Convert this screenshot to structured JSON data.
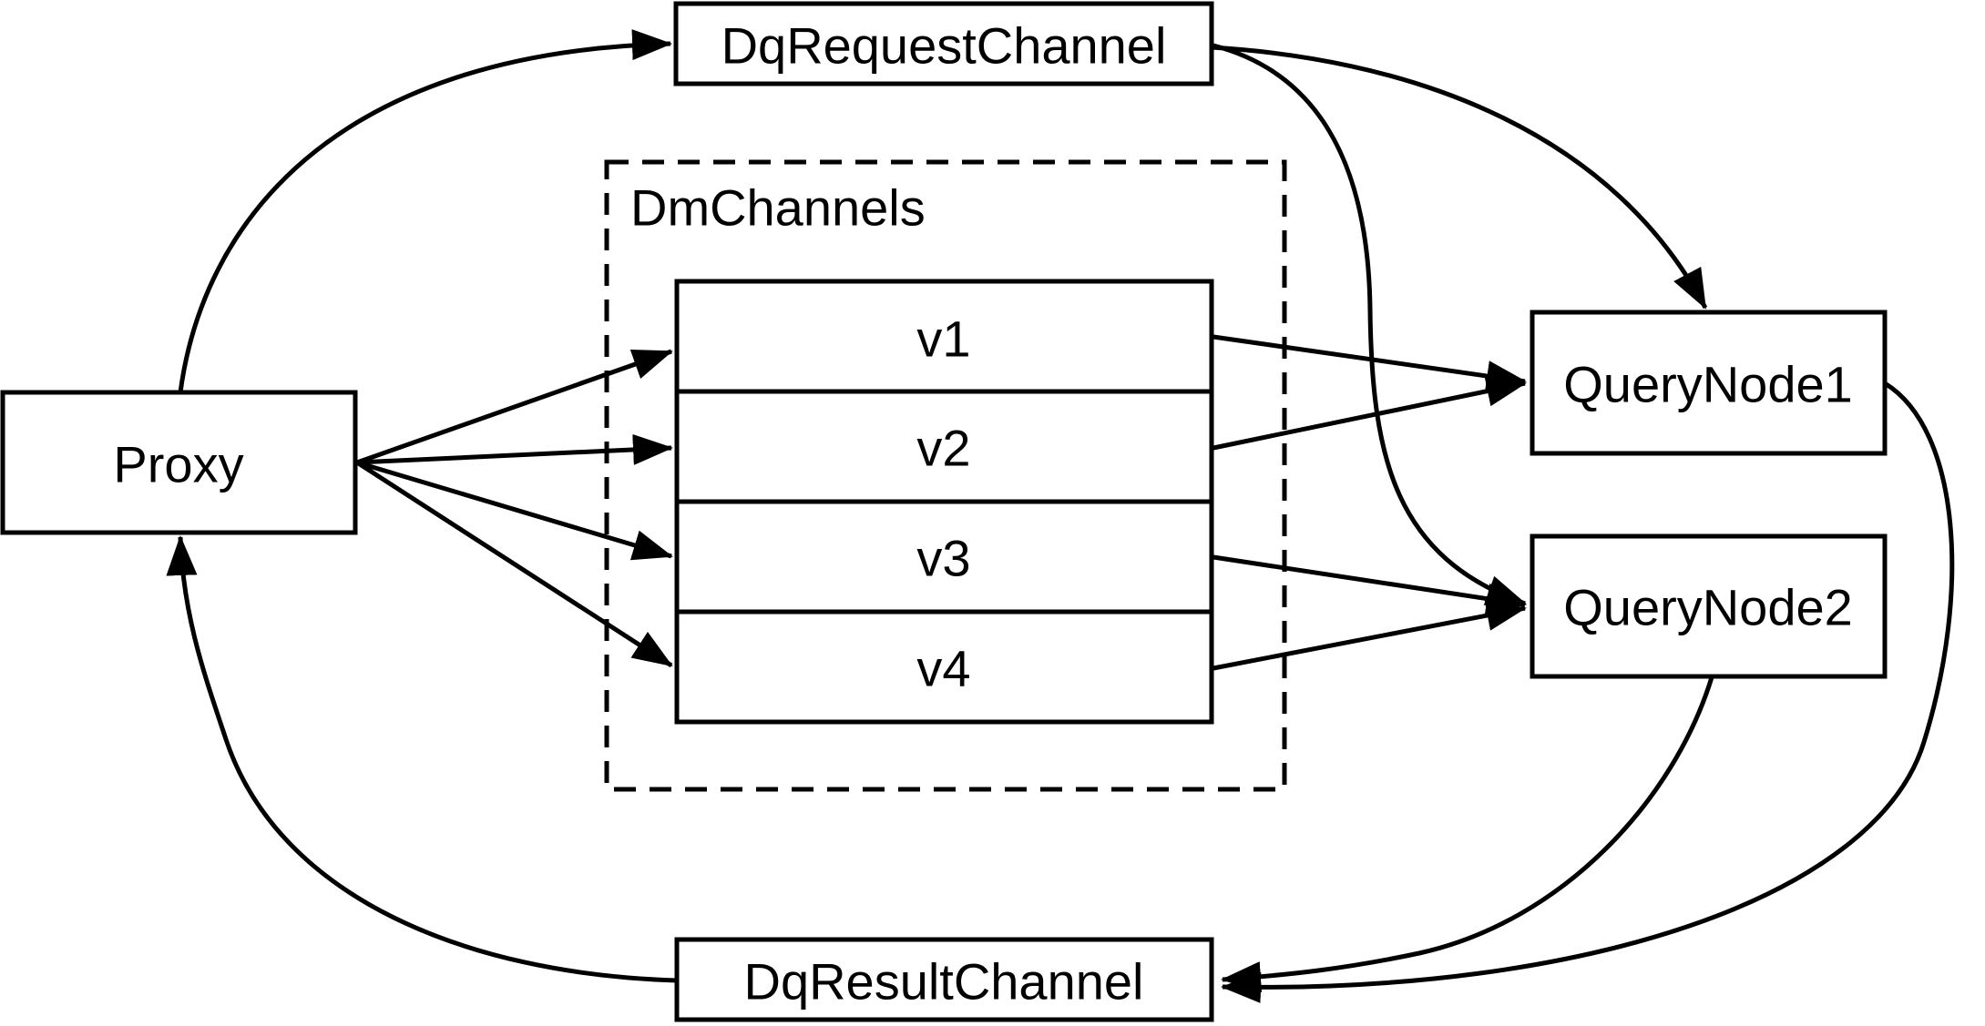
{
  "diagram": {
    "background_color": "#ffffff",
    "stroke_color": "#000000",
    "nodes": {
      "proxy": {
        "label": "Proxy"
      },
      "dq_request_channel": {
        "label": "DqRequestChannel"
      },
      "dm_channels": {
        "label": "DmChannels",
        "channels": [
          "v1",
          "v2",
          "v3",
          "v4"
        ]
      },
      "query_node1": {
        "label": "QueryNode1"
      },
      "query_node2": {
        "label": "QueryNode2"
      },
      "dq_result_channel": {
        "label": "DqResultChannel"
      }
    },
    "edges": [
      {
        "from": "Proxy",
        "to": "DqRequestChannel"
      },
      {
        "from": "Proxy",
        "to": "v1"
      },
      {
        "from": "Proxy",
        "to": "v2"
      },
      {
        "from": "Proxy",
        "to": "v3"
      },
      {
        "from": "Proxy",
        "to": "v4"
      },
      {
        "from": "v1",
        "to": "QueryNode1"
      },
      {
        "from": "v2",
        "to": "QueryNode1"
      },
      {
        "from": "v3",
        "to": "QueryNode2"
      },
      {
        "from": "v4",
        "to": "QueryNode2"
      },
      {
        "from": "DqRequestChannel",
        "to": "QueryNode1"
      },
      {
        "from": "DqRequestChannel",
        "to": "QueryNode2"
      },
      {
        "from": "QueryNode1",
        "to": "DqResultChannel"
      },
      {
        "from": "QueryNode2",
        "to": "DqResultChannel"
      },
      {
        "from": "DqResultChannel",
        "to": "Proxy"
      }
    ]
  }
}
